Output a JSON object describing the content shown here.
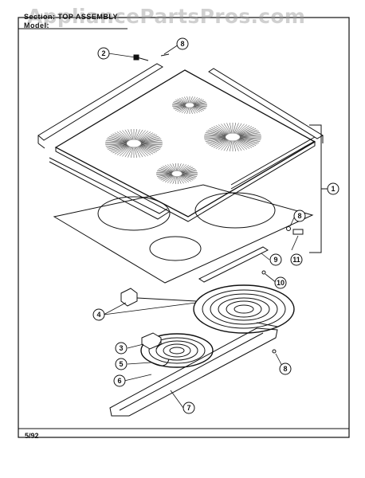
{
  "header": {
    "section_label": "Section:",
    "section_value": "TOP ASSEMBLY",
    "model_label": "Model:"
  },
  "watermark": "AppliancePartsPros.com",
  "footer": {
    "date_code": "5/92"
  },
  "colors": {
    "line": "#111111",
    "watermark": "#9a9a9a",
    "background": "#ffffff"
  },
  "callouts": [
    "1",
    "2",
    "3",
    "4",
    "5",
    "6",
    "7",
    "8",
    "8",
    "8",
    "9",
    "10",
    "11"
  ]
}
